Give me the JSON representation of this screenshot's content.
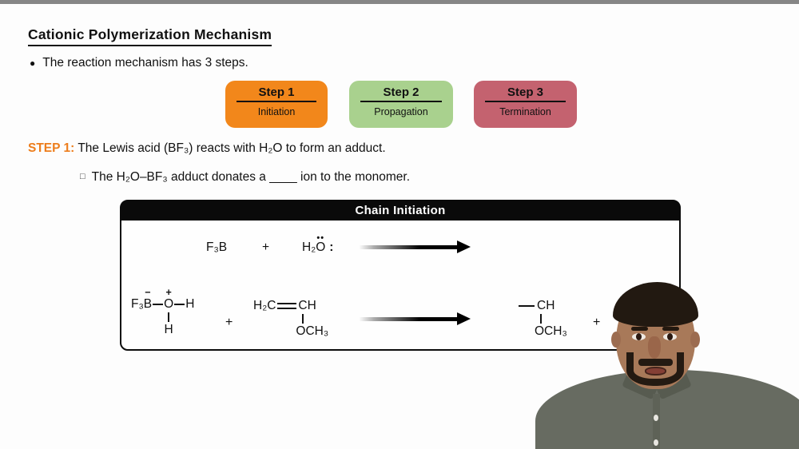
{
  "page": {
    "top_strip_color": "#868686",
    "background": "#FDFDFD"
  },
  "title": "Cationic Polymerization Mechanism",
  "bullet": {
    "marker": "●",
    "text": "The reaction mechanism has 3 steps."
  },
  "steps": [
    {
      "label": "Step 1",
      "name": "Initiation",
      "color": "#F2871B"
    },
    {
      "label": "Step 2",
      "name": "Propagation",
      "color": "#A9D18E"
    },
    {
      "label": "Step 3",
      "name": "Termination",
      "color": "#C4626F"
    }
  ],
  "step1_line": {
    "prefix": "STEP 1:",
    "prefix_color": "#ED7D1C",
    "text": "The Lewis acid (BF₃) reacts with H₂O to form an adduct."
  },
  "sub_bullet": {
    "marker": "□",
    "text": "The H₂O–BF₃ adduct donates a ____ ion to the monomer."
  },
  "diagram": {
    "header": "Chain Initiation",
    "row1": {
      "f3b": "F₃B",
      "plus": "+",
      "h2": "H₂",
      "o": "O",
      "lone_pair_dots": "••",
      "lone_pair_colon": ":"
    },
    "row2": {
      "adduct": {
        "f3": "F₃",
        "b": "B",
        "minus_charge": "−",
        "o": "O",
        "plus_charge": "+",
        "h_right": "H",
        "h_below": "H"
      },
      "plus_1": "+",
      "monomer": {
        "h2c": "H₂C",
        "c": "C",
        "h": "H",
        "och3": "OCH₃"
      },
      "product": {
        "c": "C",
        "h": "H",
        "och3": "OCH₃"
      },
      "plus_2": "+"
    }
  },
  "presenter": {
    "shirt_color": "#676b61",
    "skin_color": "#a87959",
    "hair_color": "#221911"
  }
}
